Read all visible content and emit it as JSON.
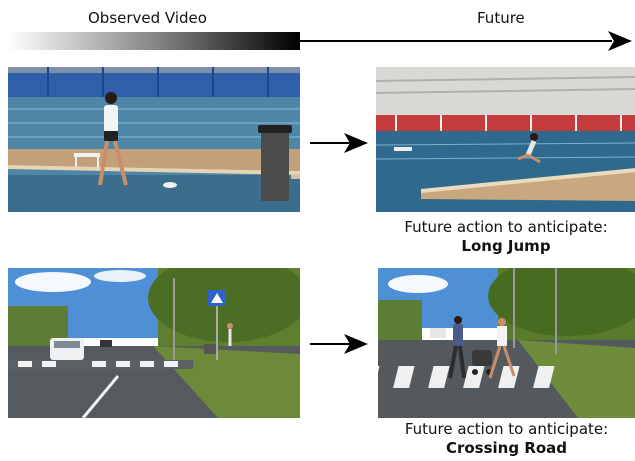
{
  "header": {
    "observed_label": "Observed Video",
    "future_label": "Future"
  },
  "examples": [
    {
      "caption_prefix": "Future action to anticipate:",
      "caption_action": "Long Jump"
    },
    {
      "caption_prefix": "Future action to anticipate:",
      "caption_action": "Crossing Road"
    }
  ]
}
